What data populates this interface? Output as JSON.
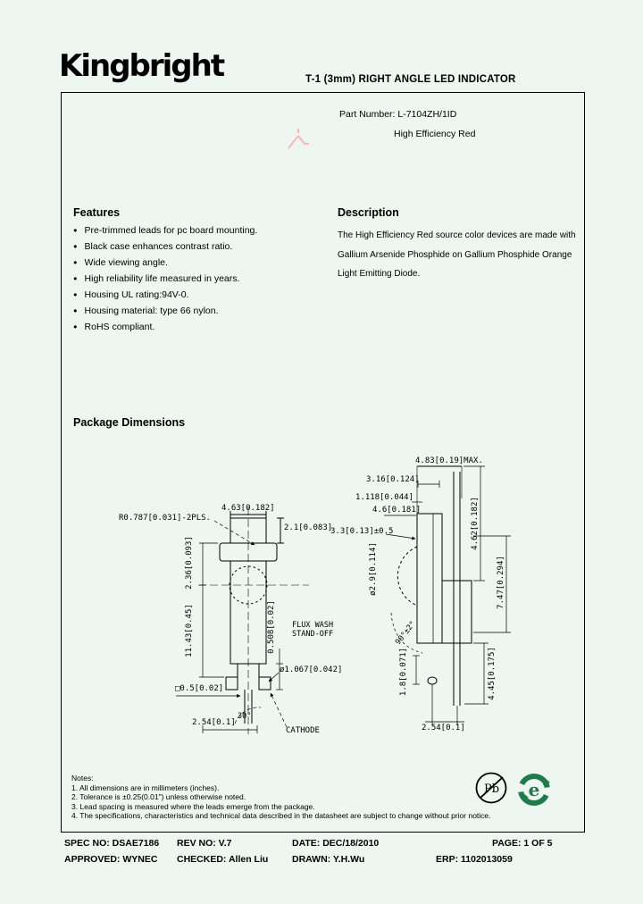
{
  "document": {
    "brand": "Kingbright",
    "title": "T-1 (3mm) RIGHT ANGLE LED INDICATOR",
    "part_number": "Part Number: L-7104ZH/1ID",
    "emitted_color": "High Efficiency Red"
  },
  "features": {
    "heading": "Features",
    "items": [
      "Pre-trimmed leads for pc board mounting.",
      "Black case enhances contrast ratio.",
      "Wide viewing angle.",
      "High reliability life measured in years.",
      "Housing UL rating:94V-0.",
      "Housing material: type 66 nylon.",
      "RoHS compliant."
    ]
  },
  "description": {
    "heading": "Description",
    "text": "The High Efficiency Red source color devices are made with Gallium Arsenide Phosphide on Gallium Phosphide Orange Light Emitting Diode."
  },
  "package_dimensions": {
    "heading": "Package Dimensions",
    "front_view": {
      "radius": "R0.787[0.031]-2PLS.",
      "cap_width": "4.63[0.182]",
      "cap_height": "2.1[0.083]",
      "flange_height": "2.36[0.093]",
      "body_height": "11.43[0.45]",
      "standoff_height": "0.508[0.02]",
      "flux_line1": "FLUX  WASH",
      "flux_line2": "STAND-OFF",
      "lead_diameter": "ø1.067[0.042]",
      "lead_square": "□0.5[0.02]",
      "bend_angle": "30°",
      "lead_pitch": "2.54[0.1]",
      "cathode_label": "CATHODE"
    },
    "side_view": {
      "overall_max": "4.83[0.19]MAX.",
      "dim_3_16": "3.16[0.124]",
      "dim_1_118": "1.118[0.044]",
      "dim_4_6": "4.6[0.181]",
      "dim_3_3": "3.3[0.13]±0.5",
      "lens_diameter": "ø2.9[0.114]",
      "bend_angle": "90°±2°",
      "dim_4_62": "4.62[0.182]",
      "dim_7_47": "7.47[0.294]",
      "dim_1_8": "1.8[0.071]",
      "dim_4_45": "4.45[0.175]",
      "lead_pitch": "2.54[0.1]"
    }
  },
  "notes": {
    "heading": "Notes:",
    "items": [
      "1. All dimensions are in millimeters (inches).",
      "2. Tolerance is ±0.25(0.01\") unless otherwise noted.",
      "3. Lead spacing is measured where the leads emerge from the package.",
      "4. The specifications, characteristics and technical data described in the datasheet are subject to change without prior notice."
    ]
  },
  "icons": {
    "pb_label": "Pb",
    "e_label": "e"
  },
  "footer": {
    "spec_no": "SPEC NO: DSAE7186",
    "rev_no": "REV NO: V.7",
    "date": "DATE: DEC/18/2010",
    "page": "PAGE:  1  OF  5",
    "approved": "APPROVED: WYNEC",
    "checked": "CHECKED: Allen Liu",
    "drawn": "DRAWN: Y.H.Wu",
    "erp": "ERP: 1102013059"
  },
  "colors": {
    "background": "#edf6f1",
    "ink": "#000000",
    "logo_green": "#217a4a",
    "watermark_pink": "#f2bcbc"
  }
}
